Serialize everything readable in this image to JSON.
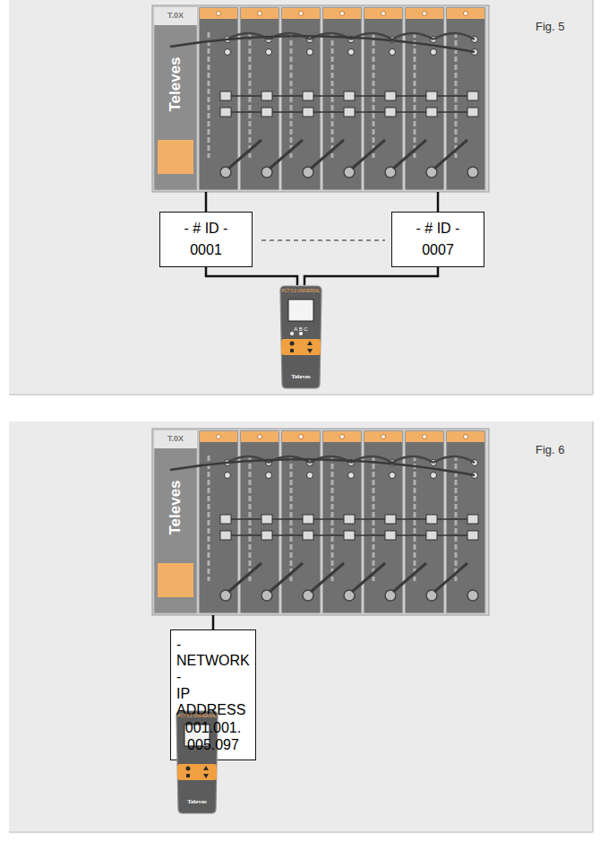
{
  "diagram": {
    "nodes": [
      {
        "text": [
          "T.0X",
          "Televes"
        ]
      },
      {
        "text": [
          "- # ID -",
          "0001"
        ]
      },
      {
        "text": [
          "- # ID -",
          "0007"
        ]
      },
      {
        "text": [
          "PCT 5.0 UNIVERSAL",
          "A B C",
          "Televes"
        ]
      },
      {
        "text": [
          "T.0X",
          "Televes"
        ]
      },
      {
        "text": [
          "- NETWORK -",
          "IP ADDRESS",
          "001.001.",
          "005.097"
        ]
      },
      {
        "text": [
          "PCT 5.0 UNIVERSAL",
          "Televes"
        ]
      }
    ],
    "edges": [
      {
        "from": 0,
        "to": 1,
        "arrow": "none"
      },
      {
        "from": 0,
        "to": 2,
        "arrow": "none"
      },
      {
        "from": 1,
        "to": 3,
        "arrow": "none"
      },
      {
        "from": 2,
        "to": 3,
        "arrow": "none"
      },
      {
        "from": 4,
        "to": 5,
        "arrow": "none"
      },
      {
        "from": 5,
        "to": 6,
        "arrow": "none"
      }
    ],
    "labels": [
      "Fig. 5",
      "Fig. 6"
    ]
  }
}
